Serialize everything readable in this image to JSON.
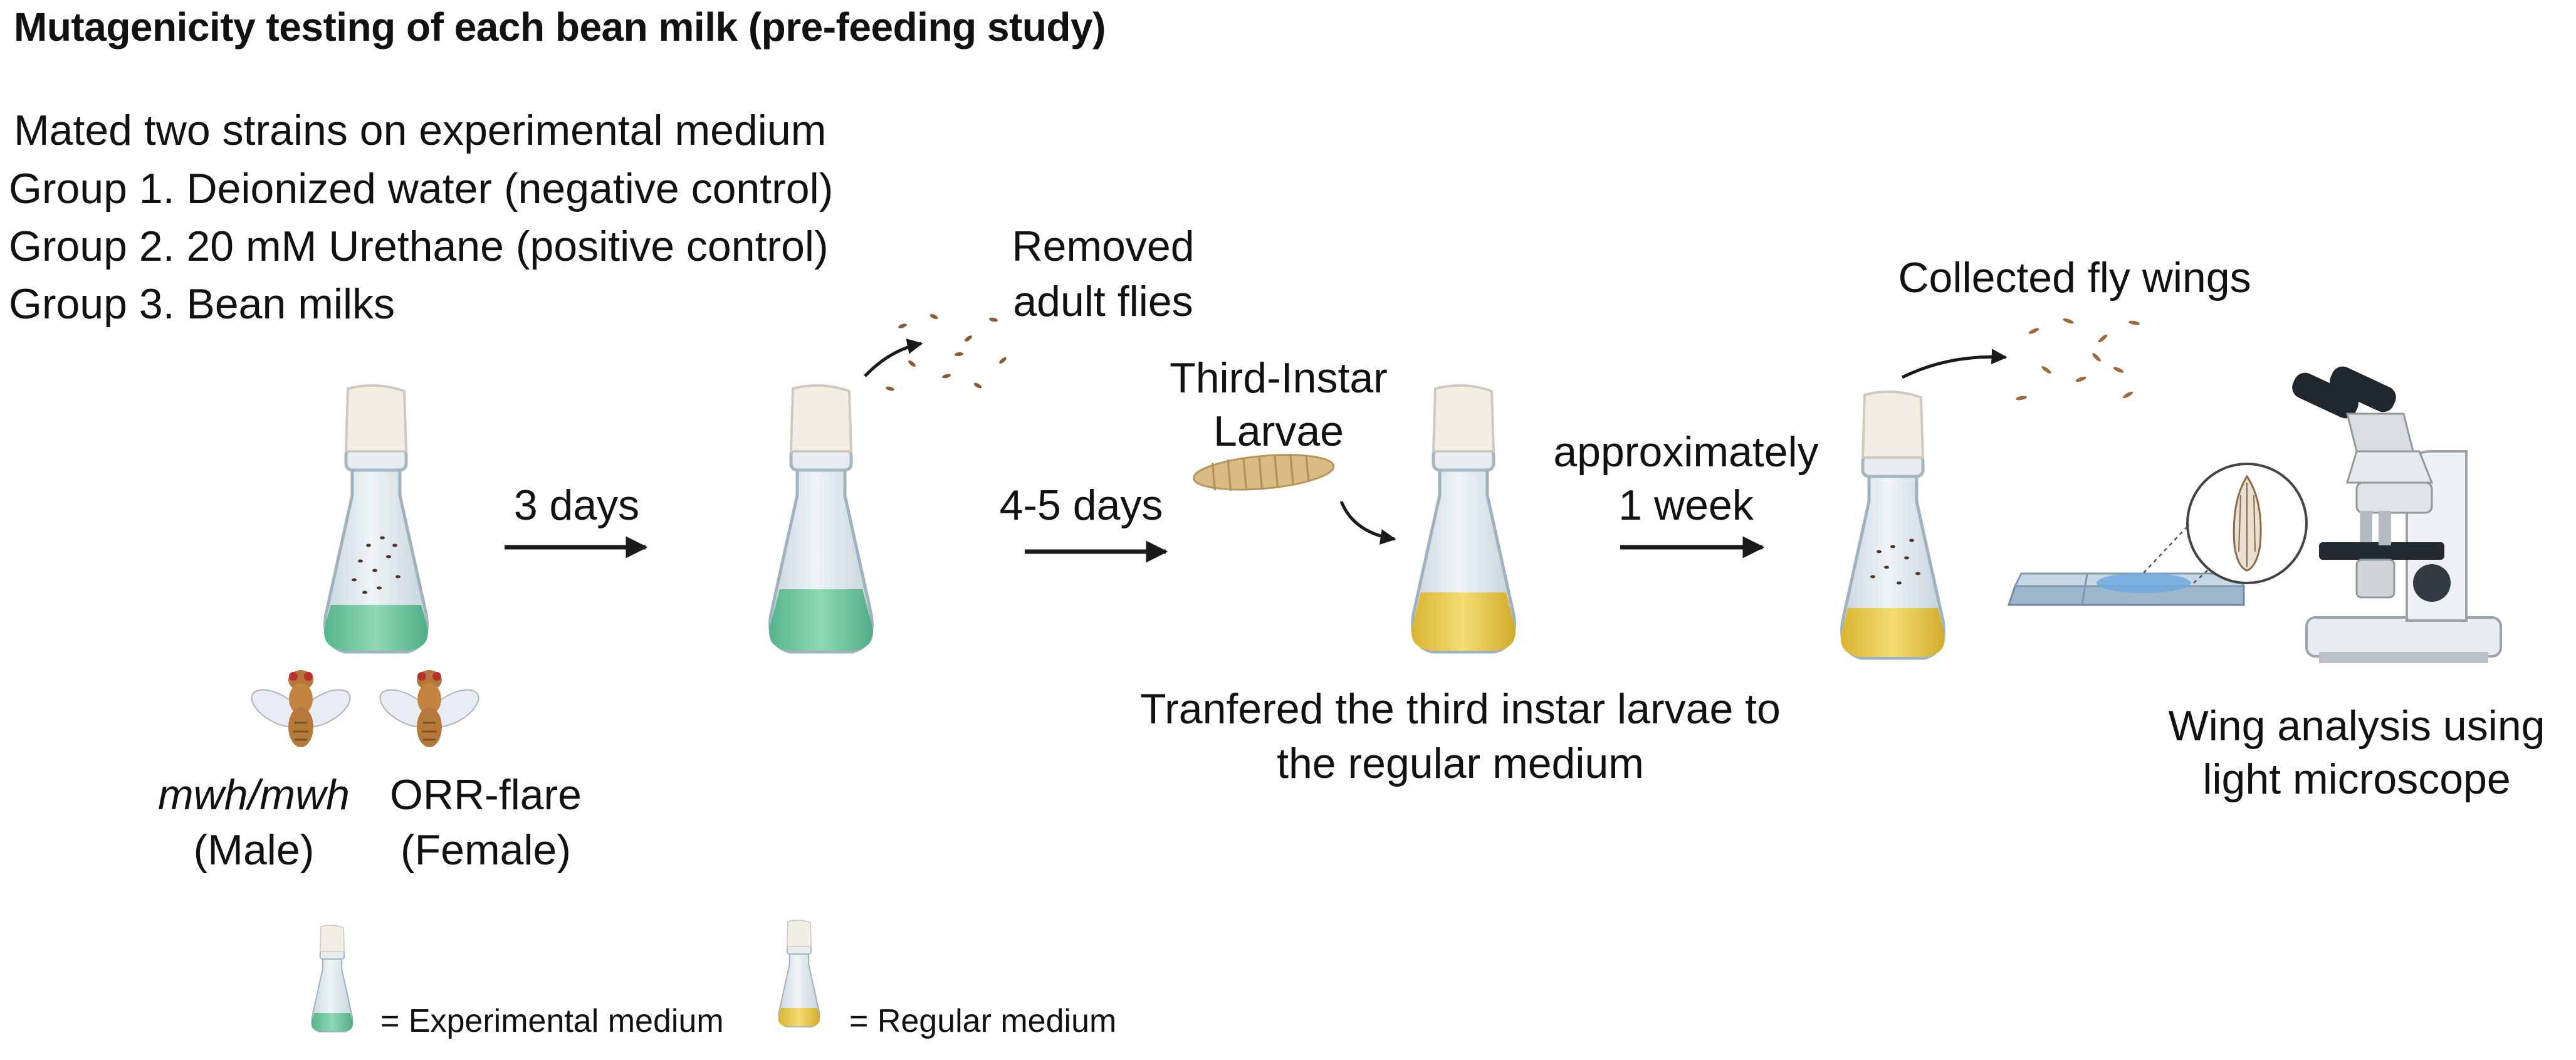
{
  "title": "Mutagenicity testing of each bean milk (pre-feeding study)",
  "setup": {
    "line1": "Mated two strains on experimental medium",
    "group1": "Group 1. Deionized water (negative control)",
    "group2": "Group 2. 20 mM Urethane (positive control)",
    "group3": "Group 3. Bean milks"
  },
  "strains": {
    "male_name": "mwh/mwh",
    "male_sex": "(Male)",
    "female_name": "ORR-flare",
    "female_sex": "(Female)"
  },
  "steps": {
    "arrow1": "3 days",
    "removed_line1": "Removed",
    "removed_line2": "adult flies",
    "arrow2": "4-5 days",
    "larvae_line1": "Third-Instar",
    "larvae_line2": "Larvae",
    "transfer_line1": "Tranfered the third instar larvae  to",
    "transfer_line2": "the regular medium",
    "arrow3_line1": "approximately",
    "arrow3_line2": "1 week",
    "collected": "Collected fly wings",
    "analysis_line1": "Wing analysis using",
    "analysis_line2": "light microscope"
  },
  "legend": {
    "experimental": "= Experimental medium",
    "regular": "= Regular medium"
  },
  "colors": {
    "experimental_medium": "#6cc6a0",
    "regular_medium": "#e8c74a",
    "glass": "#dbe6ec",
    "cap": "#f0ede4",
    "arrow": "#1a1a1a",
    "fly_body": "#b5773a"
  },
  "icons": [
    "flask-icon",
    "fly-icon",
    "larva-icon",
    "slide-icon",
    "microscope-icon",
    "wing-icon"
  ]
}
